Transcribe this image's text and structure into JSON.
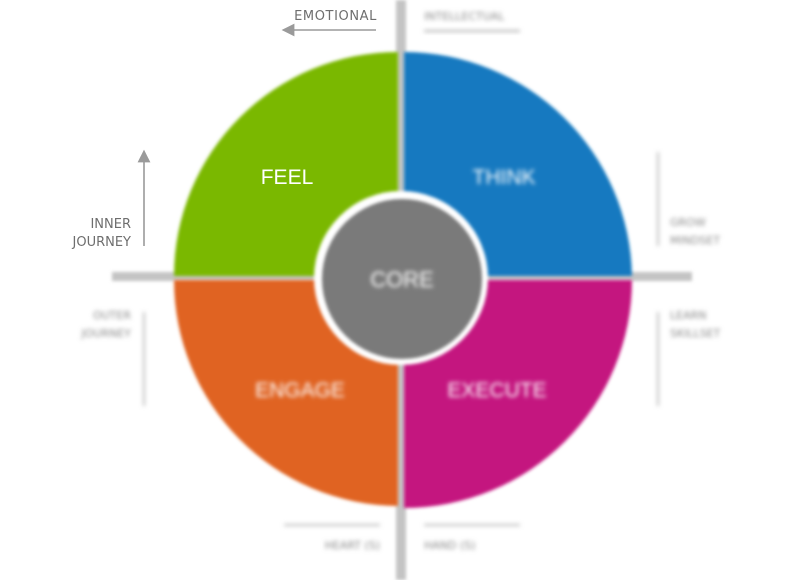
{
  "diagram": {
    "center_label": "CORE",
    "quadrants": {
      "top_left": {
        "label": "FEEL",
        "color": "#7ab800"
      },
      "top_right": {
        "label": "THINK",
        "color": "#1479c0"
      },
      "bottom_left": {
        "label": "ENGAGE",
        "color": "#e06420"
      },
      "bottom_right": {
        "label": "EXECUTE",
        "color": "#c4177f"
      }
    },
    "core_color": "#7a7a7a",
    "axis_color": "#bdbdbd"
  },
  "axis_labels": {
    "top_left": "EMOTIONAL",
    "top_right": "INTELLECTUAL",
    "bottom_left": "HEART (S)",
    "bottom_right": "HAND (S)",
    "left_upper_line1": "INNER",
    "left_upper_line2": "JOURNEY",
    "left_lower_line1": "OUTER",
    "left_lower_line2": "JOURNEY",
    "right_upper_line1": "GROW",
    "right_upper_line2": "MINDSET",
    "right_lower_line1": "LEARN",
    "right_lower_line2": "SKILLSET"
  }
}
